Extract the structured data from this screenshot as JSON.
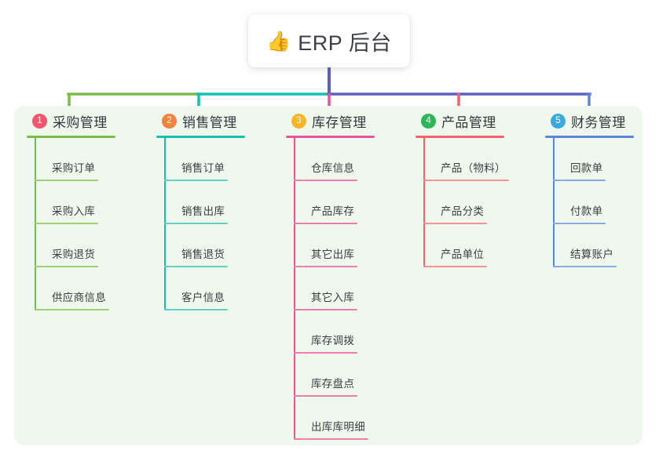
{
  "root": {
    "icon": "thumbs-up-icon",
    "emoji": "👍",
    "title": "ERP 后台"
  },
  "panel": {
    "background": "#eef8ec"
  },
  "connector_colors": {
    "trunk": "#5b5fc7",
    "segment_green": "#79bd46",
    "segment_teal": "#13c2ae",
    "segment_blue": "#5b5fc7",
    "drop_1": "#79bd46",
    "drop_2": "#13c2ae",
    "drop_3": "#e8549c",
    "drop_4": "#f4616c",
    "drop_5": "#5b86d8"
  },
  "columns": [
    {
      "number": "1",
      "title": "采购管理",
      "badge_color": "#f4566a",
      "accent": "#79bd46",
      "leaf_accent": "#9fce74",
      "items": [
        "采购订单",
        "采购入库",
        "采购退货",
        "供应商信息"
      ]
    },
    {
      "number": "2",
      "title": "销售管理",
      "badge_color": "#f1843c",
      "accent": "#13c2ae",
      "leaf_accent": "#63cfc2",
      "items": [
        "销售订单",
        "销售出库",
        "销售退货",
        "客户信息"
      ]
    },
    {
      "number": "3",
      "title": "库存管理",
      "badge_color": "#f5b526",
      "accent": "#e8549c",
      "leaf_accent": "#ea7cb2",
      "items": [
        "仓库信息",
        "产品库存",
        "其它出库",
        "其它入库",
        "库存调拨",
        "库存盘点",
        "出库库明细"
      ]
    },
    {
      "number": "4",
      "title": "产品管理",
      "badge_color": "#2fb457",
      "accent": "#f4616c",
      "leaf_accent": "#f59197",
      "items": [
        "产品（物料）",
        "产品分类",
        "产品单位"
      ]
    },
    {
      "number": "5",
      "title": "财务管理",
      "badge_color": "#3aa9e0",
      "accent": "#5b86d8",
      "leaf_accent": "#8aa9e2",
      "items": [
        "回款单",
        "付款单",
        "结算账户"
      ]
    }
  ]
}
